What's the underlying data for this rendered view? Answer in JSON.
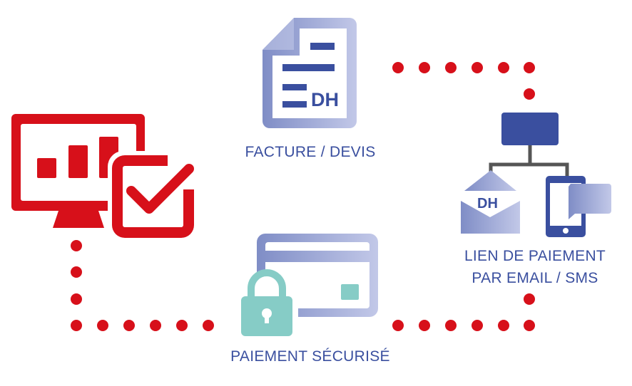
{
  "colors": {
    "red": "#d7101a",
    "blue": "#3a4f9f",
    "grad_start": "#7f8dc6",
    "grad_end": "#c2c8e8",
    "teal": "#86ccc6",
    "connector": "#555555"
  },
  "steps": {
    "invoice": {
      "label": "FACTURE / DEVIS",
      "icon": "document-icon",
      "badge": "DH"
    },
    "link": {
      "label_line1": "LIEN DE PAIEMENT",
      "label_line2": "PAR EMAIL / SMS",
      "icon": "email-sms-icon",
      "badge": "DH"
    },
    "payment": {
      "label": "PAIEMENT SÉCURISÉ",
      "icon": "card-lock-icon"
    },
    "dashboard": {
      "icon": "monitor-check-icon"
    }
  }
}
